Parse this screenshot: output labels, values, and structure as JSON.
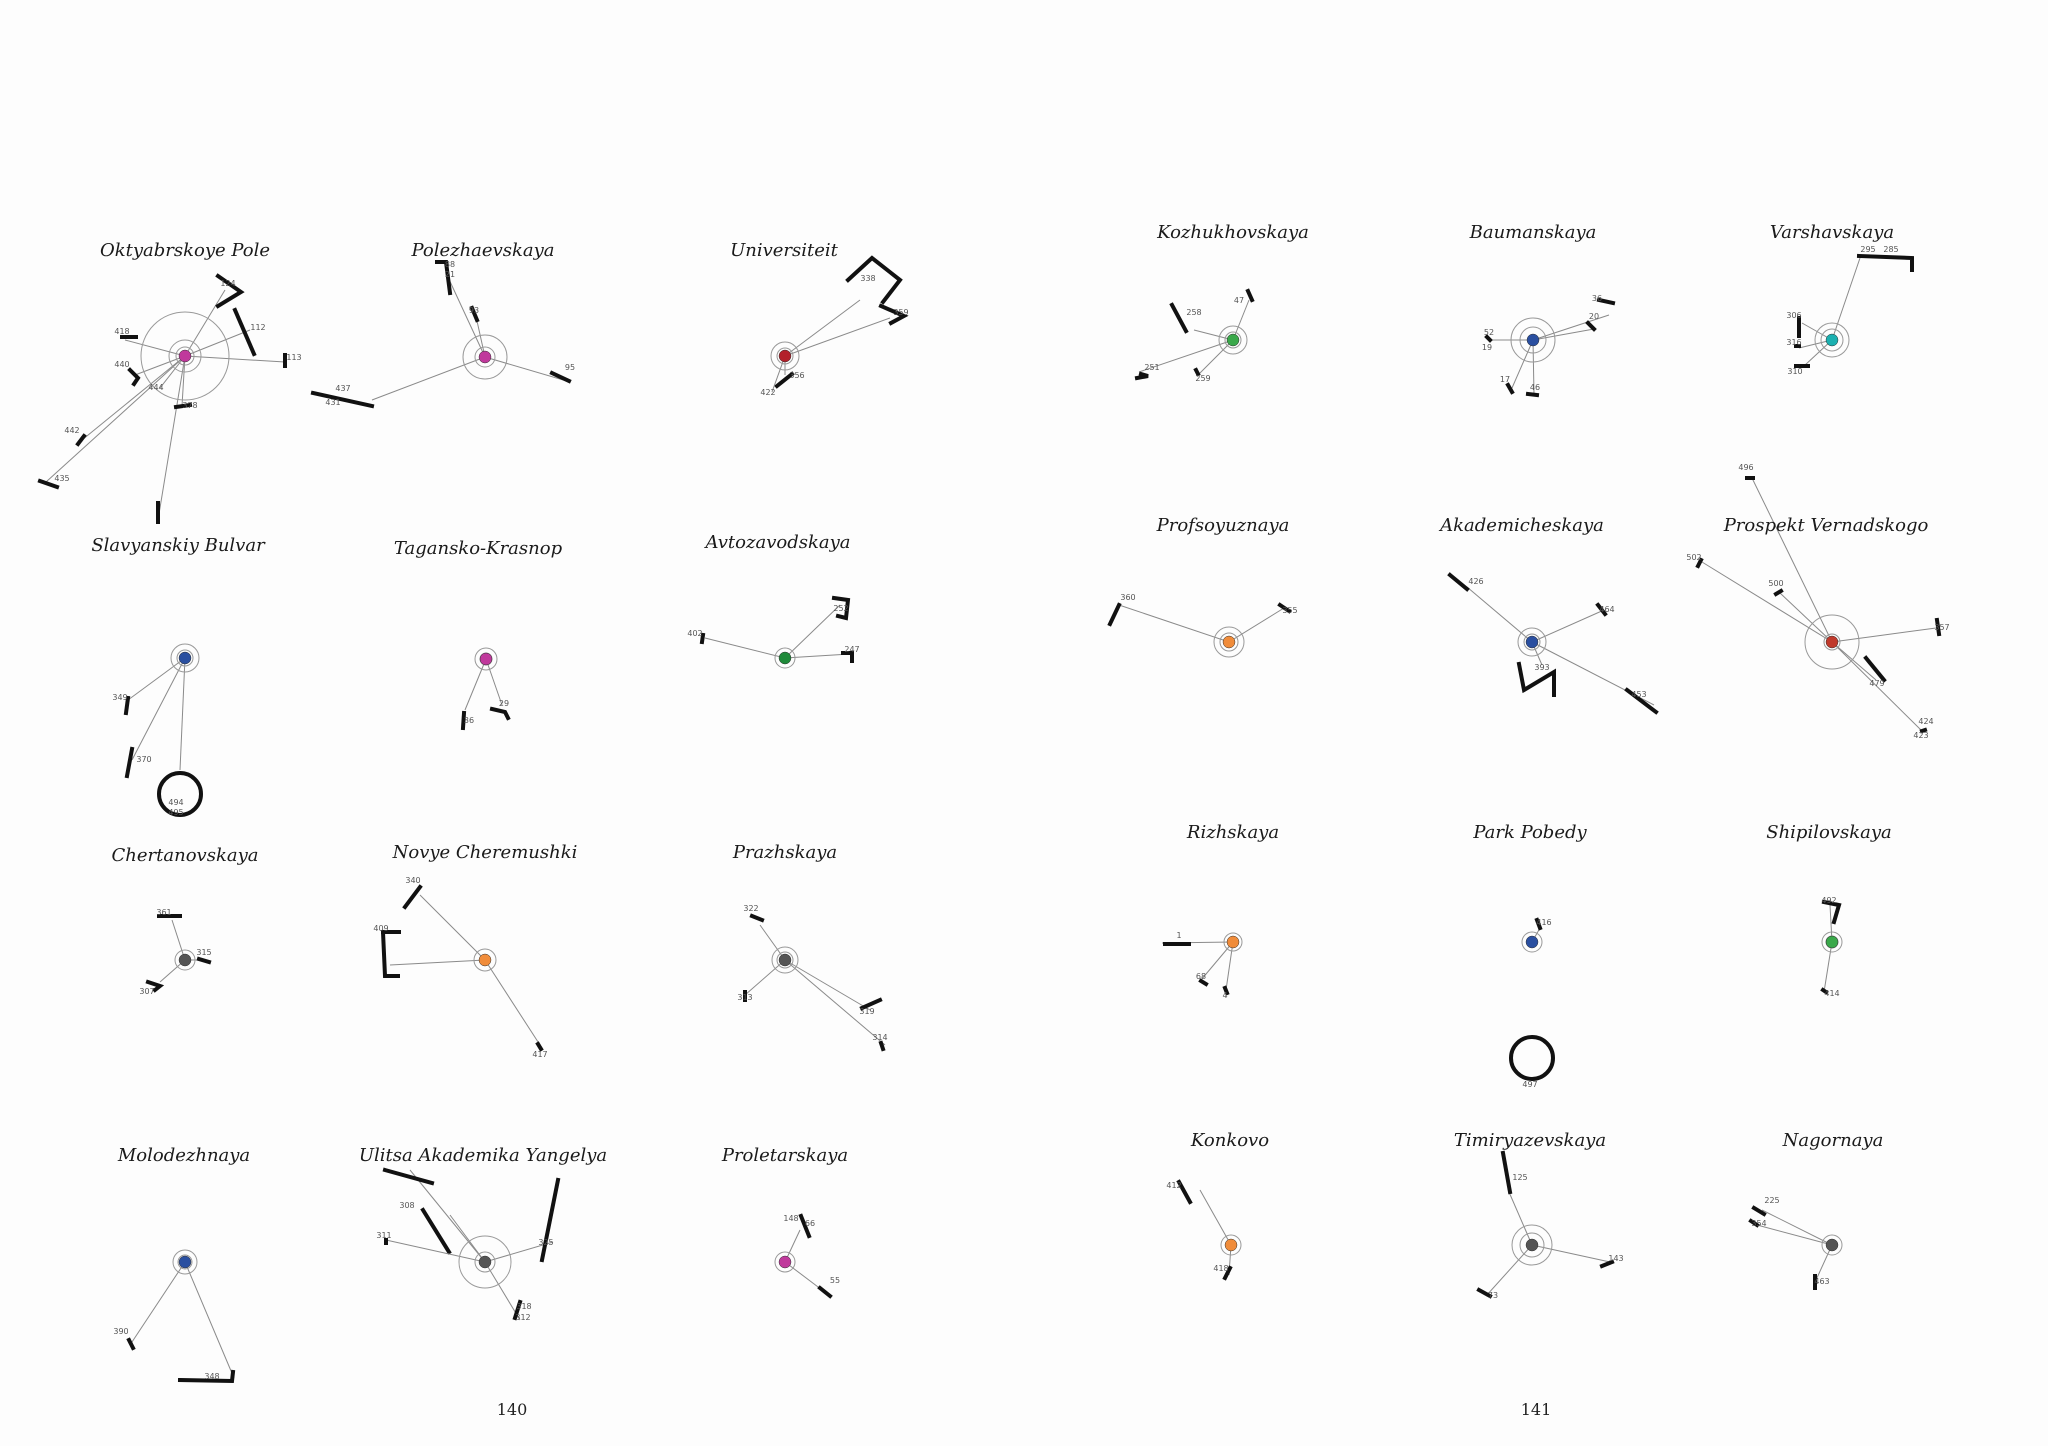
{
  "pages": {
    "left": {
      "page_number": "140",
      "stations": [
        {
          "name": "Oktyabrskoye Pole",
          "color": "#c0399c",
          "labels": [
            "124",
            "112",
            "113",
            "418",
            "440",
            "444",
            "442",
            "435",
            "378"
          ]
        },
        {
          "name": "Polezhaevskaya",
          "color": "#c0399c",
          "labels": [
            "88",
            "21",
            "93",
            "95",
            "437",
            "431"
          ]
        },
        {
          "name": "Universiteit",
          "color": "#b3202a",
          "labels": [
            "338",
            "359",
            "356",
            "422"
          ]
        },
        {
          "name": "Slavyanskiy Bulvar",
          "color": "#2a4fa0",
          "labels": [
            "349",
            "370",
            "494",
            "495"
          ]
        },
        {
          "name": "Tagansko-Krasnop",
          "color": "#c0399c",
          "labels": [
            "36",
            "29"
          ]
        },
        {
          "name": "Avtozavodskaya",
          "color": "#1f8a3a",
          "labels": [
            "402",
            "252",
            "247"
          ]
        },
        {
          "name": "Chertanovskaya",
          "color": "#555555",
          "labels": [
            "361",
            "315",
            "307"
          ]
        },
        {
          "name": "Novye Cheremushki",
          "color": "#f08c3a",
          "labels": [
            "340",
            "409",
            "417"
          ]
        },
        {
          "name": "Prazhskaya",
          "color": "#555555",
          "labels": [
            "322",
            "313",
            "319",
            "314"
          ]
        },
        {
          "name": "Molodezhnaya",
          "color": "#2a4fa0",
          "labels": [
            "390",
            "348"
          ]
        },
        {
          "name": "Ulitsa Akademika Yangelya",
          "color": "#555555",
          "labels": [
            "308",
            "311",
            "325",
            "318",
            "312"
          ]
        },
        {
          "name": "Proletarskaya",
          "color": "#c0399c",
          "labels": [
            "148",
            "66",
            "55"
          ]
        }
      ]
    },
    "right": {
      "page_number": "141",
      "stations": [
        {
          "name": "Kozhukhovskaya",
          "color": "#3aa84a",
          "labels": [
            "47",
            "258",
            "251",
            "259"
          ]
        },
        {
          "name": "Baumanskaya",
          "color": "#2a4fa0",
          "labels": [
            "36",
            "20",
            "52",
            "19",
            "17",
            "46"
          ]
        },
        {
          "name": "Varshavskaya",
          "color": "#1bb0b0",
          "labels": [
            "295",
            "285",
            "306",
            "316",
            "310"
          ]
        },
        {
          "name": "Profsoyuznaya",
          "color": "#f08c3a",
          "labels": [
            "360",
            "355"
          ]
        },
        {
          "name": "Akademicheskaya",
          "color": "#2a4fa0",
          "labels": [
            "426",
            "464",
            "393",
            "453"
          ]
        },
        {
          "name": "Prospekt Vernadskogo",
          "color": "#c0392b",
          "labels": [
            "496",
            "502",
            "500",
            "357",
            "479",
            "424",
            "423"
          ]
        },
        {
          "name": "Rizhskaya",
          "color": "#f08c3a",
          "labels": [
            "1",
            "68",
            "4"
          ]
        },
        {
          "name": "Park Pobedy",
          "color": "#2a4fa0",
          "labels": [
            "416",
            "497"
          ]
        },
        {
          "name": "Shipilovskaya",
          "color": "#3aa84a",
          "labels": [
            "492",
            "414"
          ]
        },
        {
          "name": "Konkovo",
          "color": "#f08c3a",
          "labels": [
            "412",
            "418"
          ]
        },
        {
          "name": "Timiryazevskaya",
          "color": "#555555",
          "labels": [
            "125",
            "143",
            "73"
          ]
        },
        {
          "name": "Nagornaya",
          "color": "#555555",
          "labels": [
            "225",
            "354",
            "463"
          ]
        }
      ]
    }
  }
}
